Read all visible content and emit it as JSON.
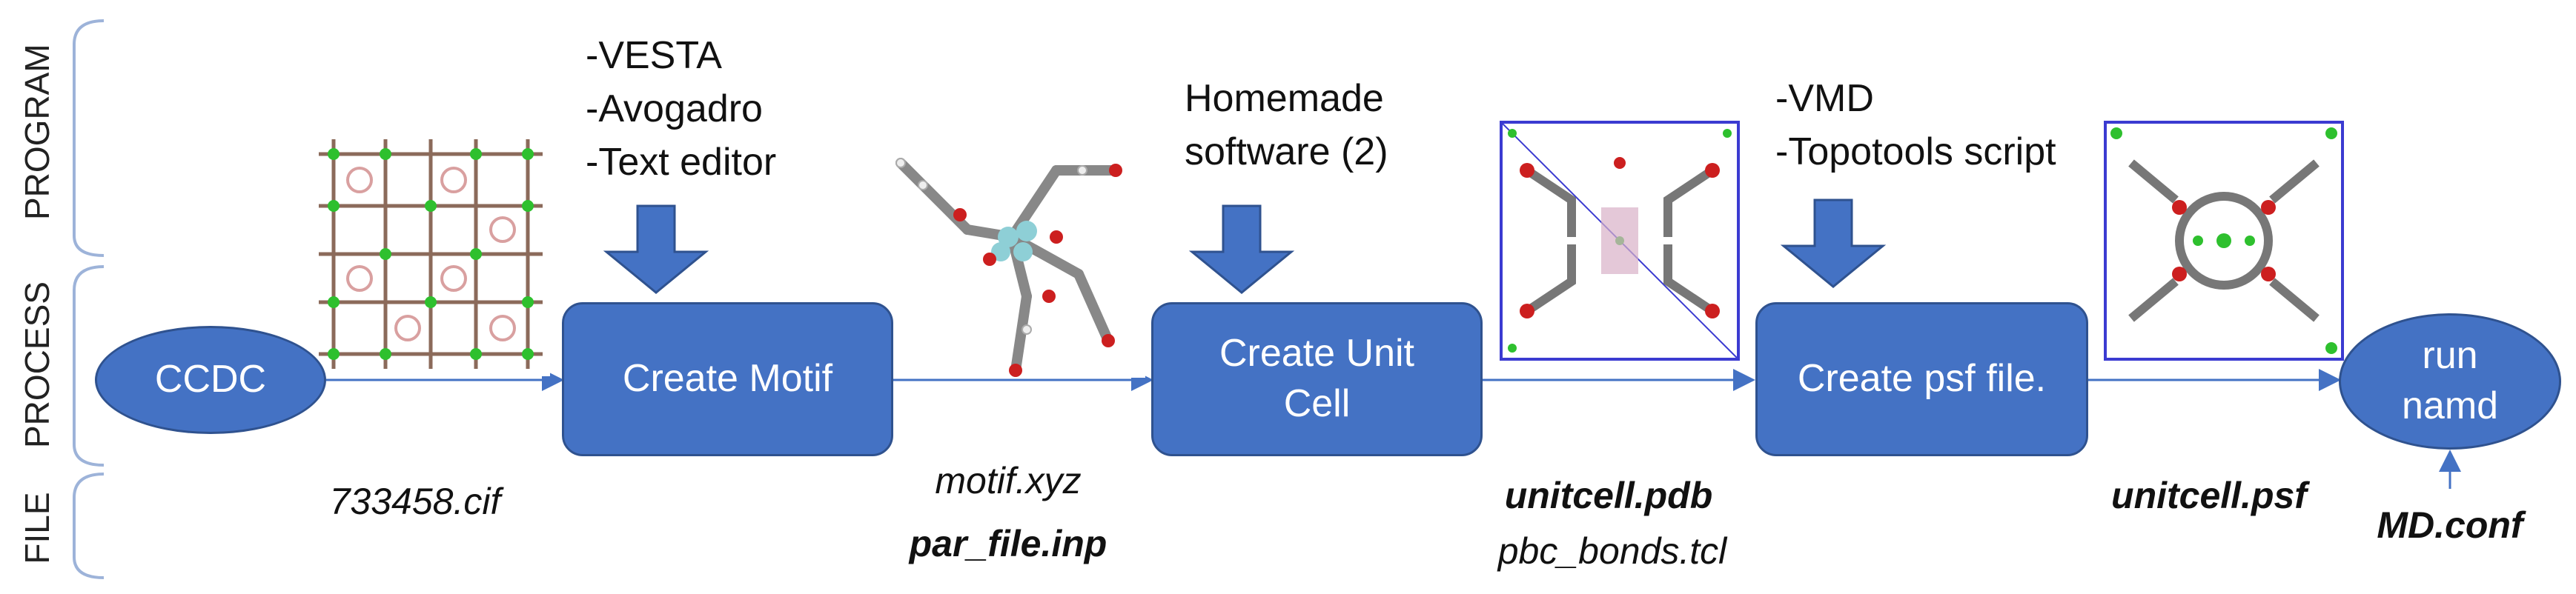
{
  "lanes": {
    "program": "PROGRAM",
    "process": "PROCESS",
    "file": "FILE"
  },
  "nodes": {
    "ccdc": "CCDC",
    "create_motif": "Create Motif",
    "create_unit_cell": "Create Unit Cell",
    "create_psf": "Create psf file.",
    "run_namd": "run namd"
  },
  "programs": {
    "motif": "-VESTA\n-Avogadro\n-Text editor",
    "unit_cell": "Homemade\nsoftware (2)",
    "psf": "-VMD\n-Topotools script"
  },
  "files": {
    "cif": "733458.cif",
    "motif_xyz": "motif.xyz",
    "par_file": "par_file.inp",
    "unitcell_pdb": "unitcell.pdb",
    "pbc_bonds": "pbc_bonds.tcl",
    "unitcell_psf": "unitcell.psf",
    "md_conf": "MD.conf"
  },
  "colors": {
    "box_fill": "#4472c4",
    "box_border": "#2f528f",
    "arrow": "#4472c4",
    "bracket": "#9db3d9"
  }
}
